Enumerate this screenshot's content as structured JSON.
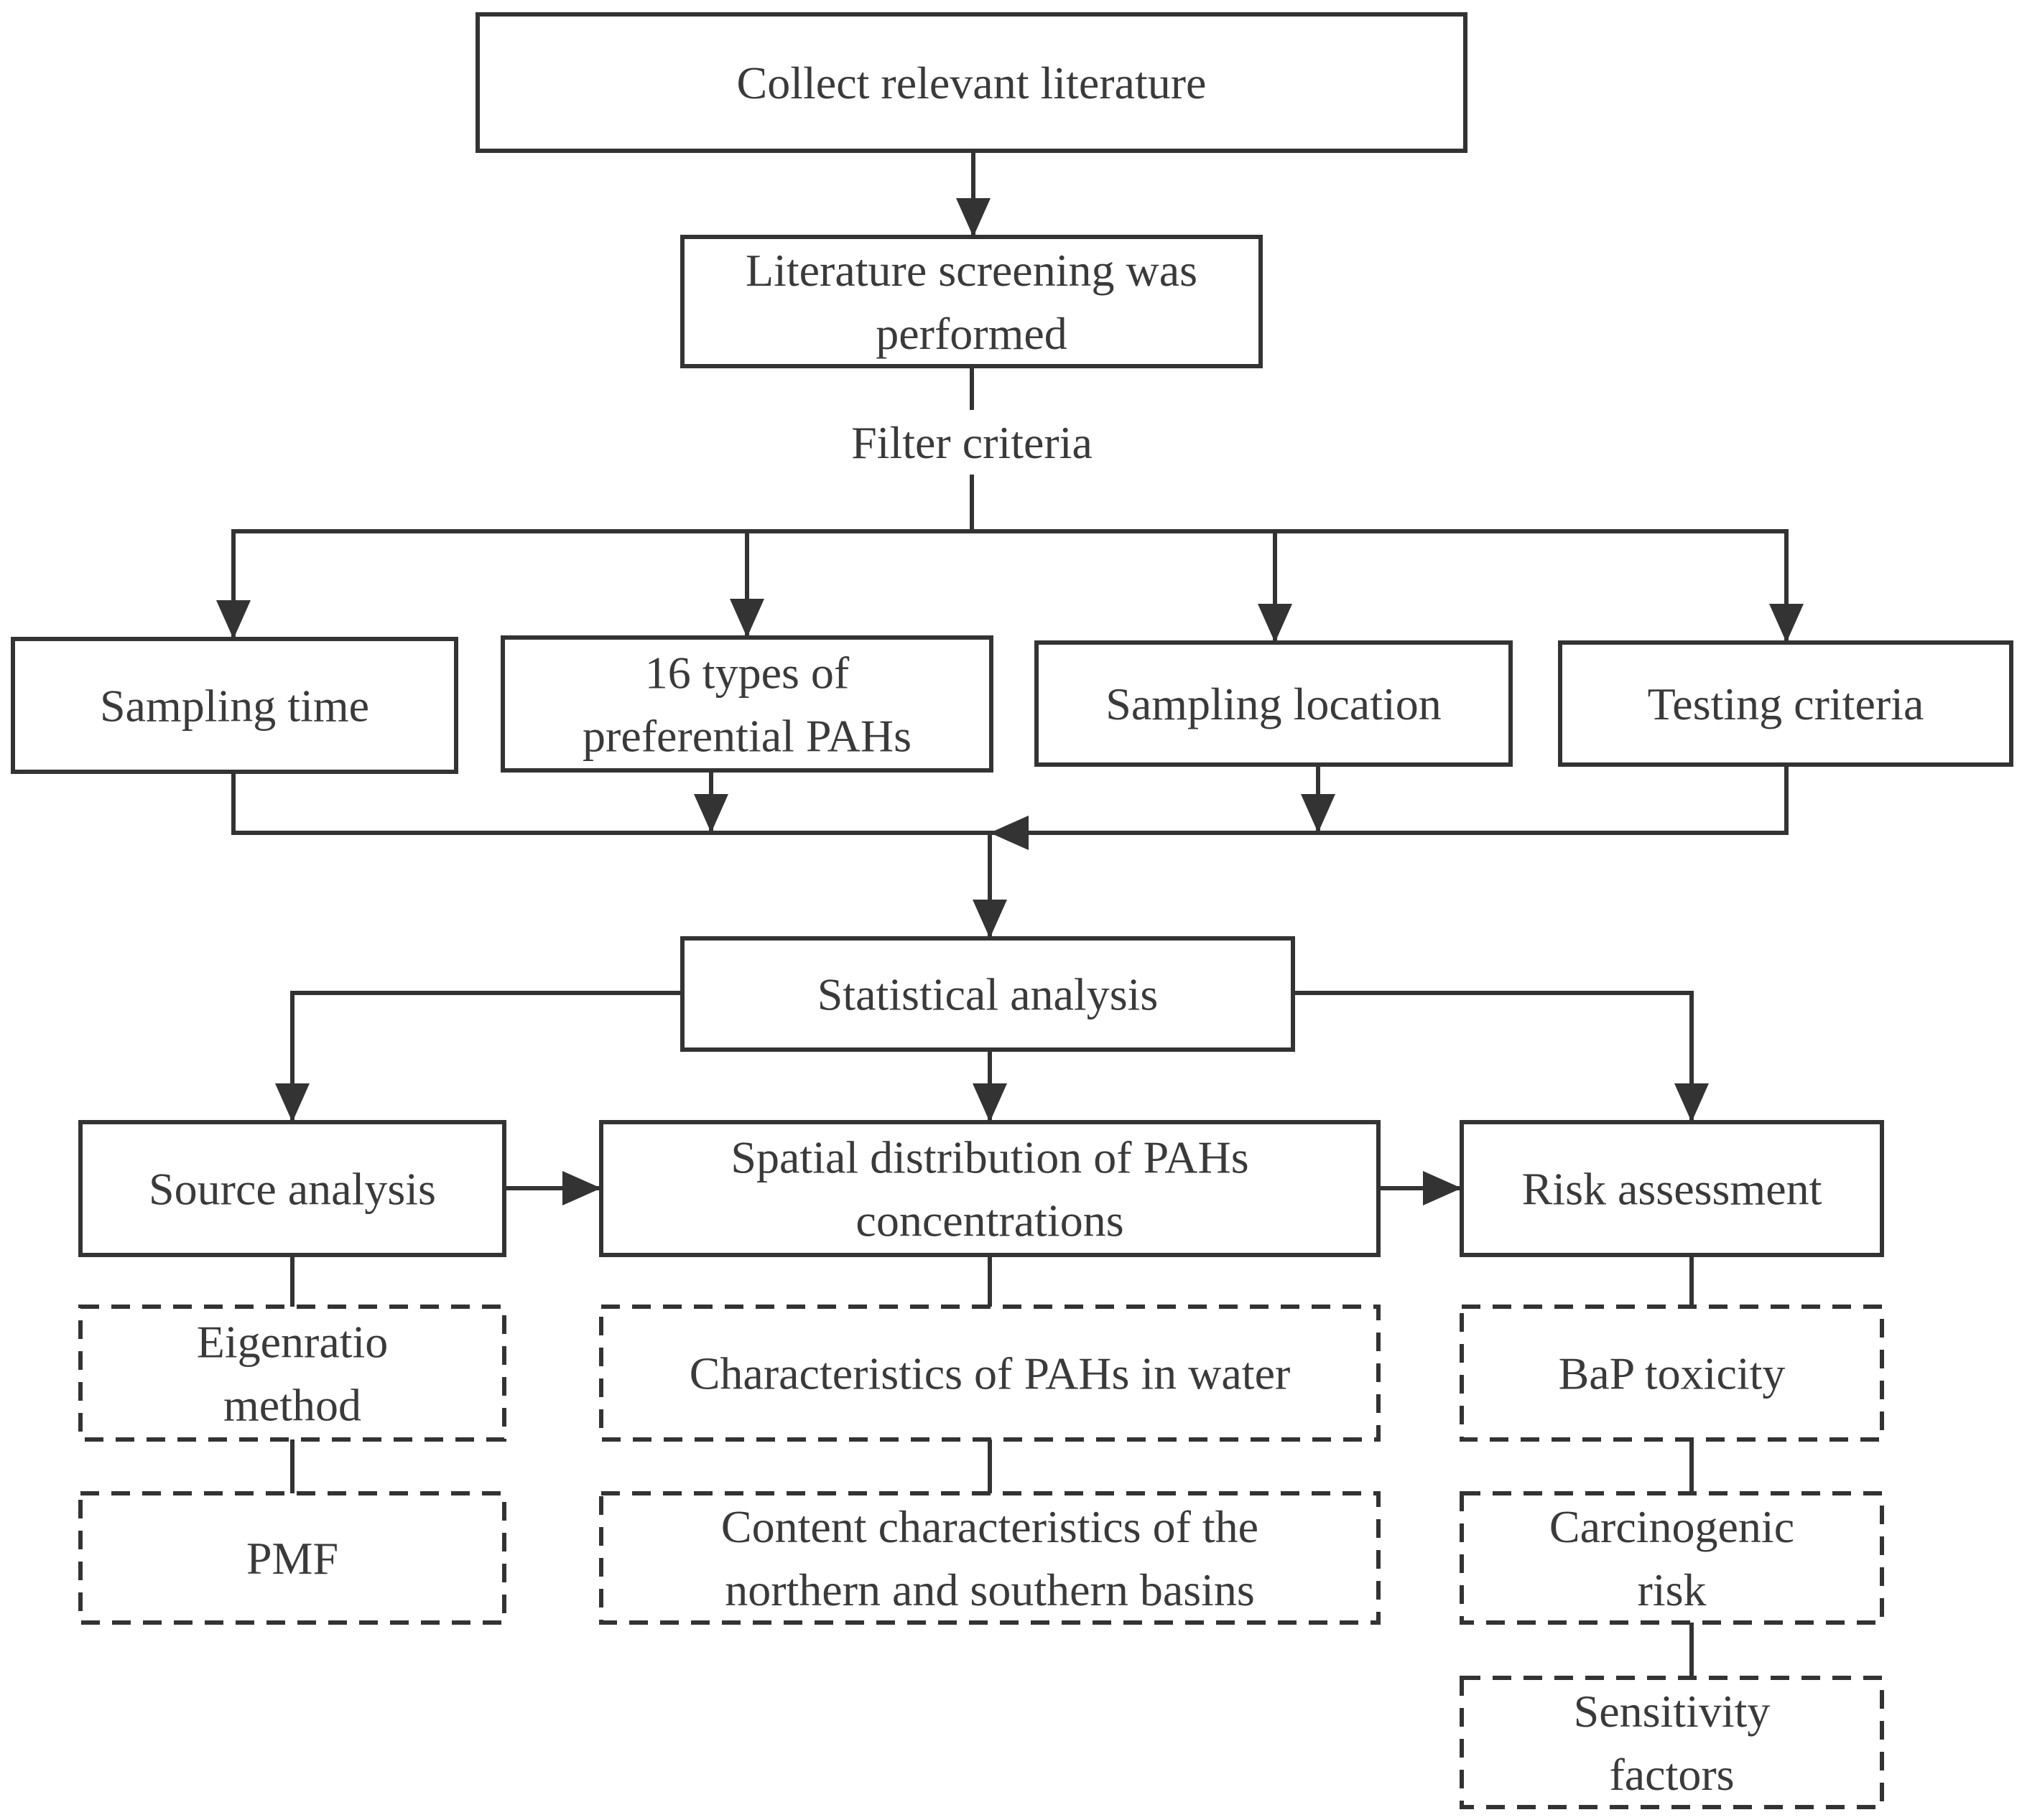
{
  "diagram": {
    "nodes": {
      "collect": {
        "lines": [
          "Collect relevant literature"
        ],
        "style": "solid"
      },
      "screening": {
        "lines": [
          "Literature screening was",
          "performed"
        ],
        "style": "solid"
      },
      "filter_label": {
        "lines": [
          "Filter criteria"
        ],
        "style": "label"
      },
      "sampling_time": {
        "lines": [
          "Sampling time"
        ],
        "style": "solid"
      },
      "pahs16": {
        "lines": [
          "16 types of",
          "preferential PAHs"
        ],
        "style": "solid"
      },
      "sampling_location": {
        "lines": [
          "Sampling location"
        ],
        "style": "solid"
      },
      "testing_criteria": {
        "lines": [
          "Testing criteria"
        ],
        "style": "solid"
      },
      "statistical": {
        "lines": [
          "Statistical analysis"
        ],
        "style": "solid"
      },
      "source": {
        "lines": [
          "Source analysis"
        ],
        "style": "solid"
      },
      "spatial": {
        "lines": [
          "Spatial distribution of PAHs",
          "concentrations"
        ],
        "style": "solid"
      },
      "risk": {
        "lines": [
          "Risk assessment"
        ],
        "style": "solid"
      },
      "eigenratio": {
        "lines": [
          "Eigenratio",
          "method"
        ],
        "style": "dashed"
      },
      "pmf": {
        "lines": [
          "PMF"
        ],
        "style": "dashed"
      },
      "water": {
        "lines": [
          "Characteristics of PAHs in water"
        ],
        "style": "dashed"
      },
      "content": {
        "lines": [
          "Content characteristics of the",
          "northern and southern basins"
        ],
        "style": "dashed"
      },
      "bap": {
        "lines": [
          "BaP toxicity"
        ],
        "style": "dashed"
      },
      "carcinogenic": {
        "lines": [
          "Carcinogenic",
          "risk"
        ],
        "style": "dashed"
      },
      "sensitivity": {
        "lines": [
          "Sensitivity",
          "factors"
        ],
        "style": "dashed"
      }
    },
    "edges": [
      {
        "from": "collect",
        "to": "screening",
        "arrow": true
      },
      {
        "from": "screening",
        "to": "filter_label",
        "arrow": false
      },
      {
        "from": "filter_label",
        "to": "sampling_time",
        "arrow": true
      },
      {
        "from": "filter_label",
        "to": "pahs16",
        "arrow": true
      },
      {
        "from": "filter_label",
        "to": "sampling_location",
        "arrow": true
      },
      {
        "from": "filter_label",
        "to": "testing_criteria",
        "arrow": true
      },
      {
        "from": "sampling_time",
        "to": "statistical",
        "arrow": true
      },
      {
        "from": "pahs16",
        "to": "statistical",
        "arrow": true
      },
      {
        "from": "sampling_location",
        "to": "statistical",
        "arrow": true
      },
      {
        "from": "testing_criteria",
        "to": "statistical",
        "arrow": true
      },
      {
        "from": "statistical",
        "to": "source",
        "arrow": true
      },
      {
        "from": "statistical",
        "to": "spatial",
        "arrow": true
      },
      {
        "from": "statistical",
        "to": "risk",
        "arrow": true
      },
      {
        "from": "source",
        "to": "spatial",
        "arrow": true
      },
      {
        "from": "spatial",
        "to": "risk",
        "arrow": true
      },
      {
        "from": "source",
        "to": "eigenratio",
        "arrow": false
      },
      {
        "from": "eigenratio",
        "to": "pmf",
        "arrow": false
      },
      {
        "from": "spatial",
        "to": "water",
        "arrow": false
      },
      {
        "from": "water",
        "to": "content",
        "arrow": false
      },
      {
        "from": "risk",
        "to": "bap",
        "arrow": false
      },
      {
        "from": "bap",
        "to": "carcinogenic",
        "arrow": false
      },
      {
        "from": "carcinogenic",
        "to": "sensitivity",
        "arrow": false
      }
    ]
  }
}
